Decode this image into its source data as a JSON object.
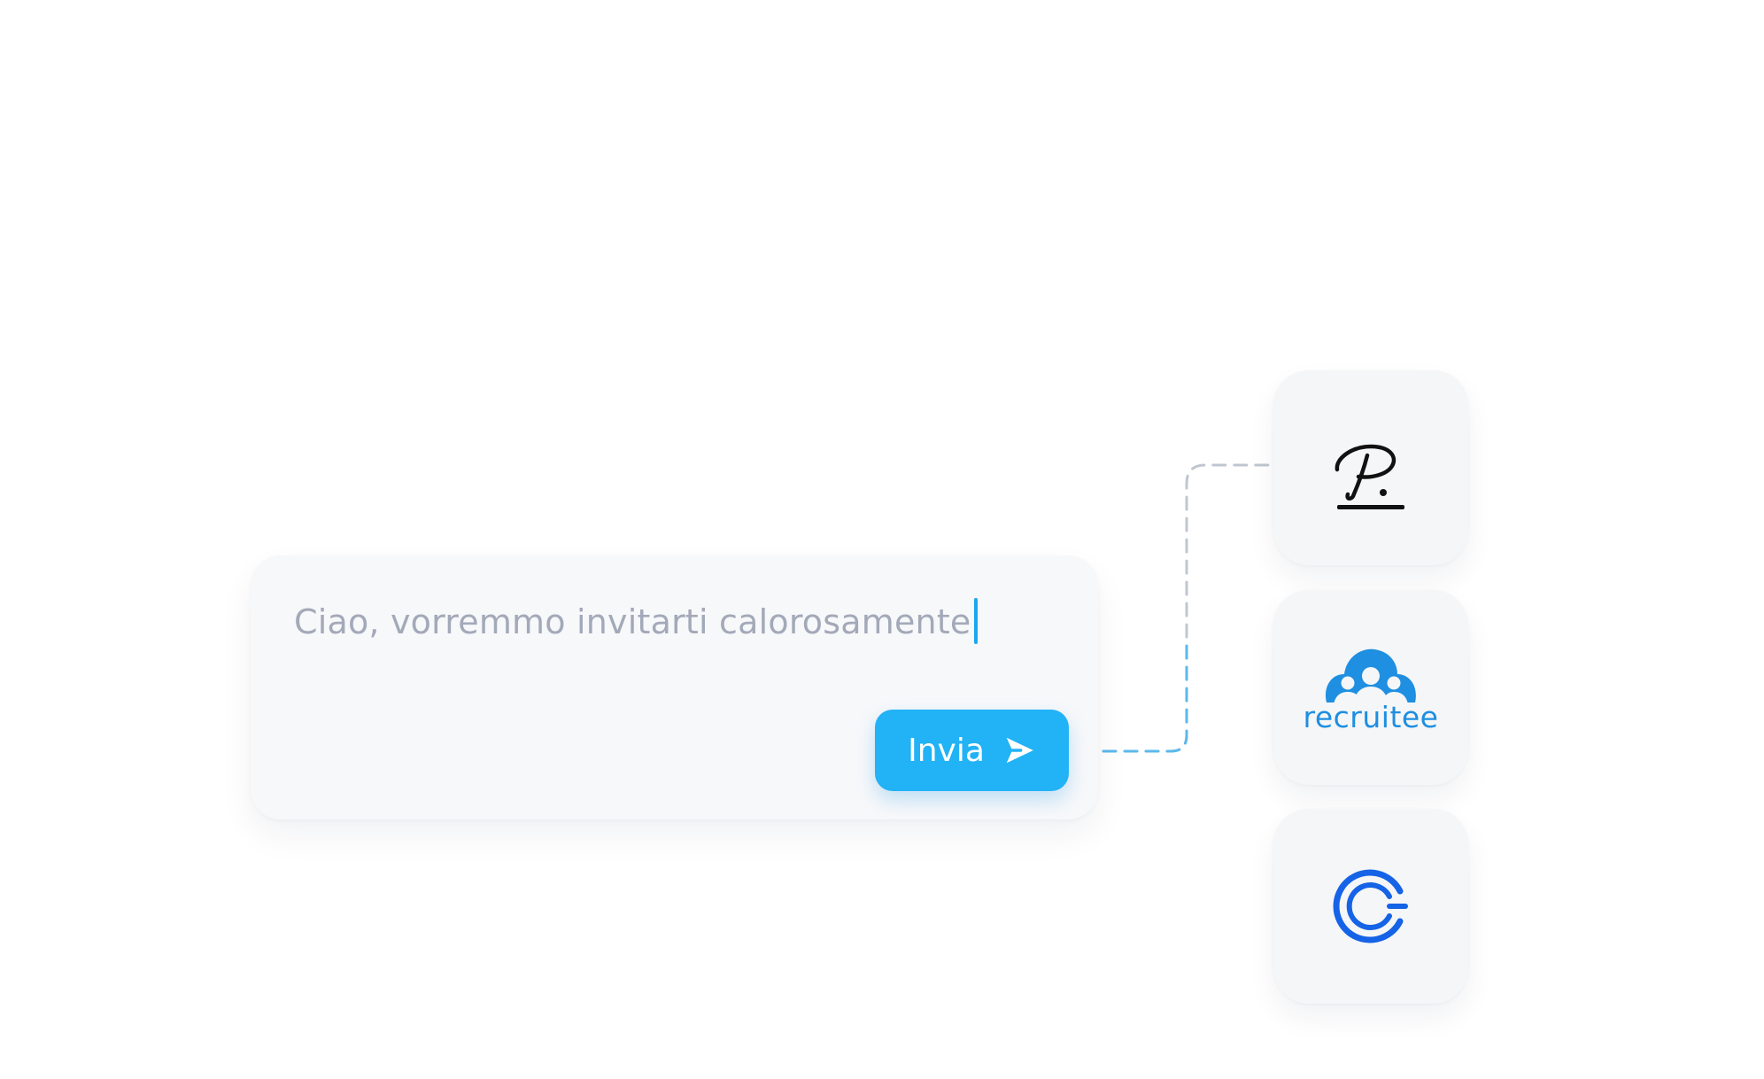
{
  "composer": {
    "message_text": "Ciao, vorremmo invitarti calorosamente",
    "send_label": "Invia"
  },
  "integrations": [
    {
      "name": "signature-app",
      "icon": "signature-p-icon",
      "color": "#111111"
    },
    {
      "name": "recruitee",
      "wordmark": "recruitee",
      "icon": "recruitee-cloud-icon",
      "color": "#1e8fe1"
    },
    {
      "name": "calendly",
      "icon": "calendly-c-icon",
      "color": "#1563e6"
    }
  ],
  "colors": {
    "accent": "#22b2f6",
    "card_background": "#f7f8fa",
    "placeholder_text": "#a3a9b8",
    "connector_line": "#c0c6d0"
  }
}
